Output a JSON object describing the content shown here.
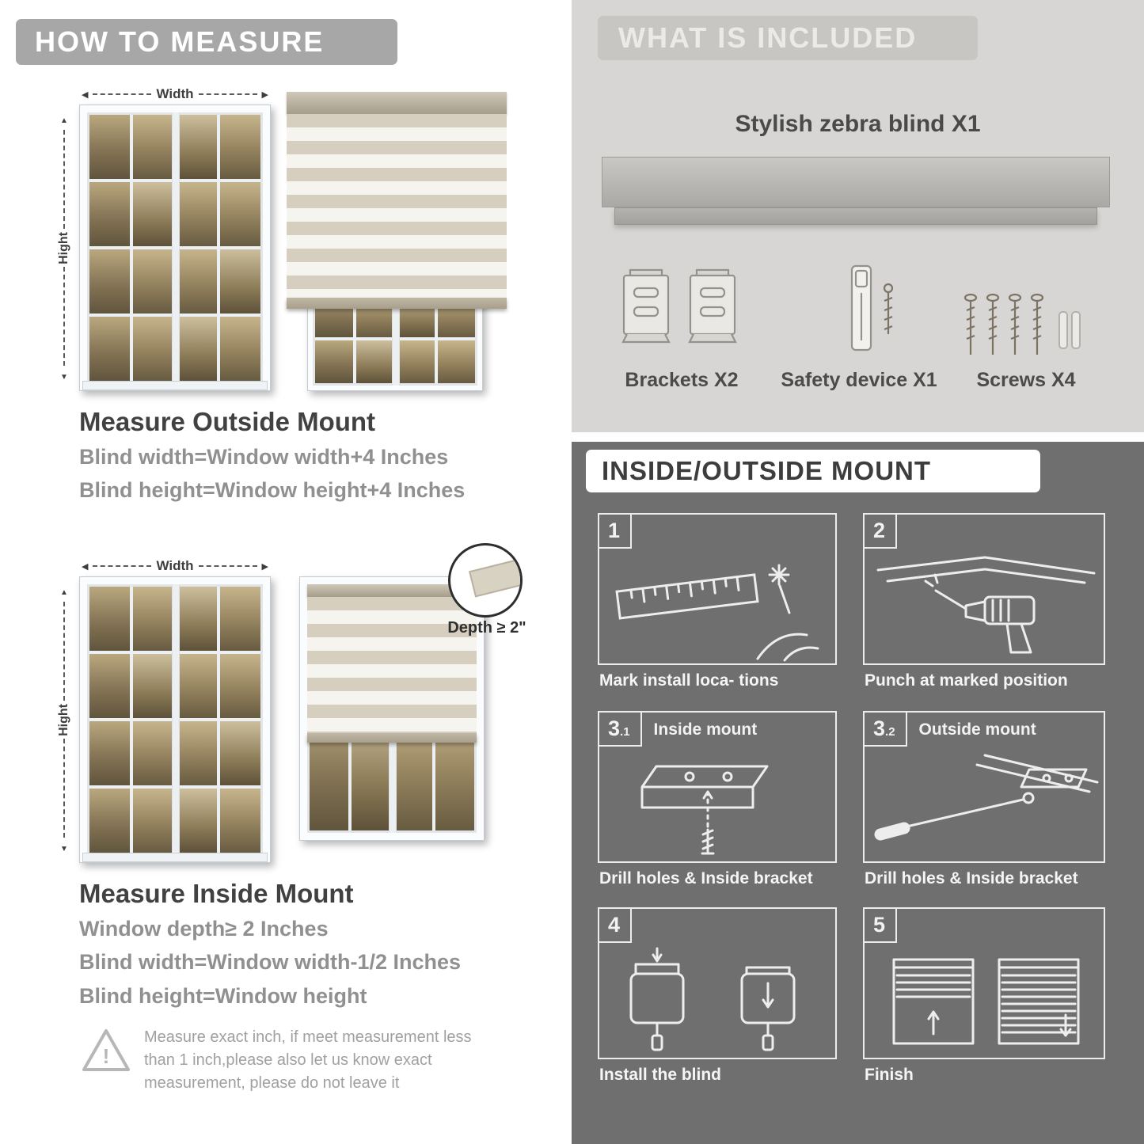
{
  "measure": {
    "header": "HOW TO MEASURE",
    "width_label": "Width",
    "height_label": "Hight",
    "outside": {
      "title": "Measure Outside Mount",
      "lines": [
        "Blind width=Window width+4 Inches",
        "Blind height=Window height+4 Inches"
      ]
    },
    "inside": {
      "title": "Measure Inside Mount",
      "depth_callout": "Depth ≥ 2\"",
      "lines": [
        "Window depth≥ 2 Inches",
        "Blind width=Window width-1/2 Inches",
        "Blind height=Window height"
      ]
    },
    "warning_mark": "!",
    "note": "Measure exact inch, if meet measurement less than 1 inch,please also let us know exact measurement, please do not leave it"
  },
  "included": {
    "header": "WHAT IS INCLUDED",
    "product_label": "Stylish zebra blind X1",
    "items": [
      {
        "label": "Brackets X2"
      },
      {
        "label": "Safety device X1"
      },
      {
        "label": "Screws X4"
      }
    ]
  },
  "mount_guide": {
    "header": "INSIDE/OUTSIDE MOUNT",
    "steps": [
      {
        "num": "1",
        "sub": "",
        "title": "",
        "caption": "Mark install loca- tions"
      },
      {
        "num": "2",
        "sub": "",
        "title": "",
        "caption": "Punch at  marked position"
      },
      {
        "num": "3",
        "sub": ".1",
        "title": "Inside mount",
        "caption": "Drill holes &  Inside bracket"
      },
      {
        "num": "3",
        "sub": ".2",
        "title": "Outside mount",
        "caption": "Drill holes &  Inside bracket"
      },
      {
        "num": "4",
        "sub": "",
        "title": "",
        "caption": "Install the blind"
      },
      {
        "num": "5",
        "sub": "",
        "title": "",
        "caption": "Finish"
      }
    ]
  }
}
